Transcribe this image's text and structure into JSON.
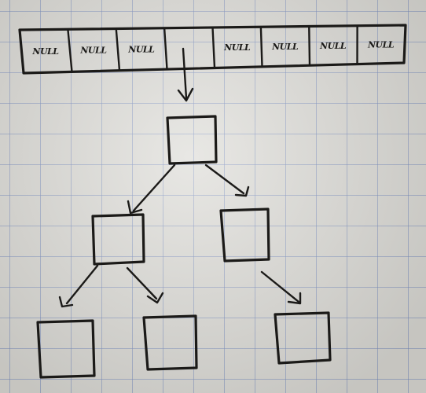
{
  "array": {
    "cells": [
      {
        "label": "NULL"
      },
      {
        "label": "NULL"
      },
      {
        "label": "NULL"
      },
      {
        "label": ""
      },
      {
        "label": "NULL"
      },
      {
        "label": "NULL"
      },
      {
        "label": "NULL"
      },
      {
        "label": "NULL"
      }
    ],
    "pointer_cell_index": 3
  },
  "tree": {
    "nodes": [
      {
        "id": "root",
        "label": ""
      },
      {
        "id": "left",
        "label": ""
      },
      {
        "id": "right",
        "label": ""
      },
      {
        "id": "left-left",
        "label": ""
      },
      {
        "id": "left-right",
        "label": ""
      },
      {
        "id": "right-right",
        "label": ""
      }
    ],
    "edges": [
      {
        "from": "root",
        "to": "left"
      },
      {
        "from": "root",
        "to": "right"
      },
      {
        "from": "left",
        "to": "left-left"
      },
      {
        "from": "left",
        "to": "left-right"
      },
      {
        "from": "right",
        "to": "right-right"
      }
    ]
  },
  "colors": {
    "ink": "#1b1a18",
    "grid": "#788cbe",
    "paper": "#dcdbd6"
  }
}
